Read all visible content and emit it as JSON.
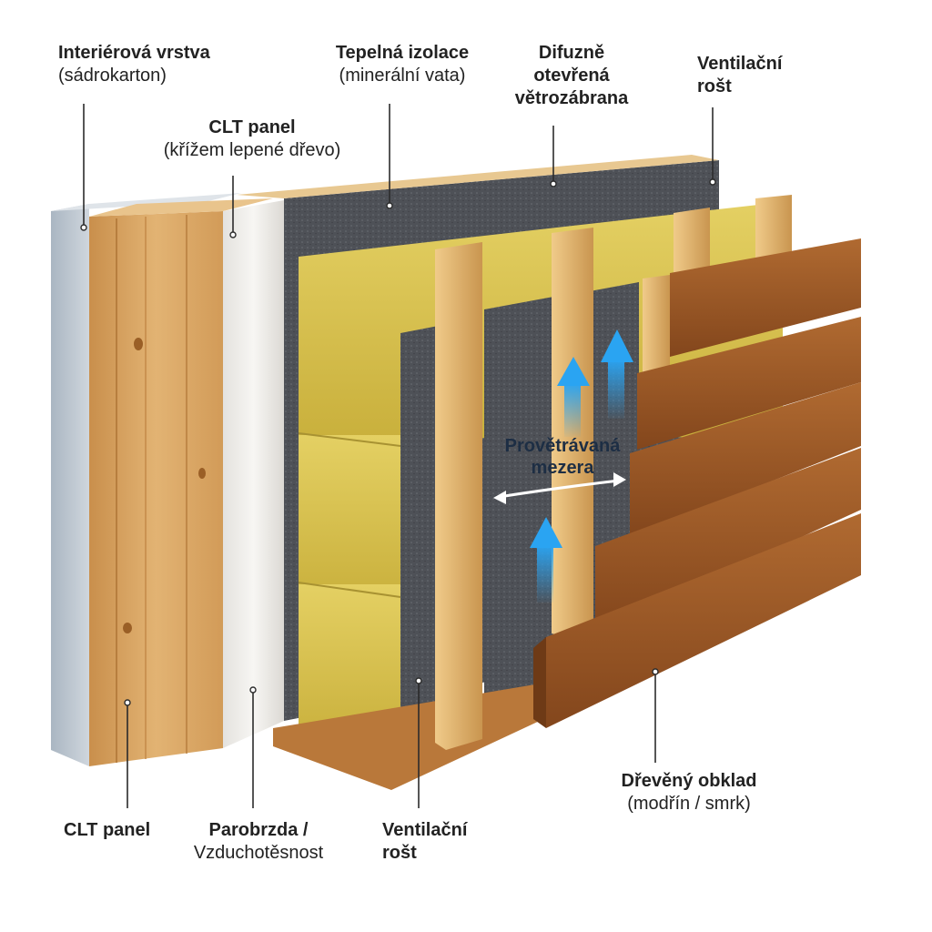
{
  "labels": {
    "interior": {
      "title": "Interiérová vrstva",
      "sub": "(sádrokarton)"
    },
    "clt_top": {
      "title": "CLT panel",
      "sub": "(křížem lepené dřevo)"
    },
    "insulation": {
      "title": "Tepelná izolace",
      "sub": "(minerální vata)"
    },
    "membrane": {
      "line1": "Difuzně",
      "line2": "otevřená",
      "line3": "větrozábrana"
    },
    "batten_top": {
      "line1": "Ventilační",
      "line2": "rošt"
    },
    "air_gap": {
      "line1": "Provětrávaná",
      "line2": "mezera"
    },
    "cladding": {
      "title": "Dřevěný obklad",
      "sub": "(modřín / smrk)"
    },
    "clt_bottom": {
      "title": "CLT panel"
    },
    "vapour": {
      "title": "Parobrzda /",
      "sub": "Vzduchotěsnost"
    },
    "batten_bottom": {
      "line1": "Ventilační",
      "line2": "rošt"
    }
  },
  "colors": {
    "gypsum": "#b9c2cc",
    "clt": "#d9a664",
    "vapour_foil": "#eceae6",
    "membrane": "#4a4c52",
    "insulation": "#d6c04a",
    "batten": "#e0b572",
    "cladding": "#9c5a26",
    "airflow": "#1e8fe0"
  },
  "icons": [
    "airflow-arrow-icon",
    "double-arrow-icon"
  ]
}
